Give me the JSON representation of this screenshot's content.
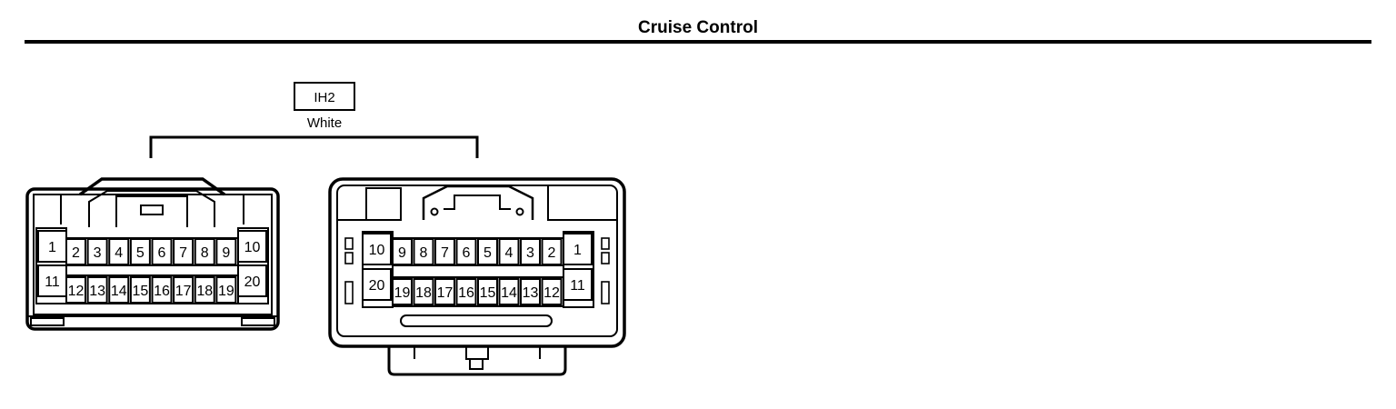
{
  "title": "Cruise Control",
  "connector": {
    "code": "IH2",
    "color_label": "White",
    "left_view": {
      "top_row": [
        "1",
        "2",
        "3",
        "4",
        "5",
        "6",
        "7",
        "8",
        "9",
        "10"
      ],
      "bottom_row": [
        "11",
        "12",
        "13",
        "14",
        "15",
        "16",
        "17",
        "18",
        "19",
        "20"
      ]
    },
    "right_view": {
      "top_row": [
        "10",
        "9",
        "8",
        "7",
        "6",
        "5",
        "4",
        "3",
        "2",
        "1"
      ],
      "bottom_row": [
        "20",
        "19",
        "18",
        "17",
        "16",
        "15",
        "14",
        "13",
        "12",
        "11"
      ]
    }
  }
}
